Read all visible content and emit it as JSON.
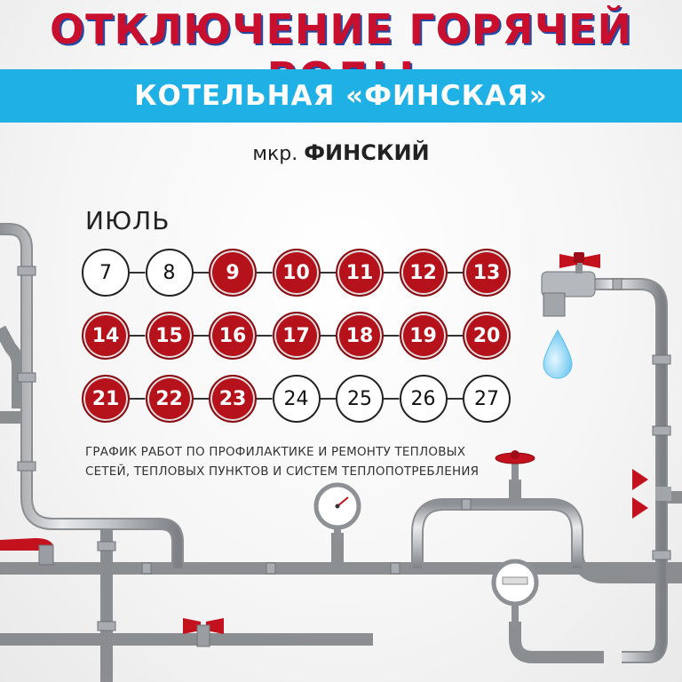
{
  "title": "ОТКЛЮЧЕНИЕ ГОРЯЧЕЙ ВОДЫ",
  "banner": "КОТЕЛЬНАЯ «ФИНСКАЯ»",
  "subtitle_prefix": "мкр.",
  "subtitle_name": "ФИНСКИЙ",
  "month": "ИЮЛЬ",
  "days": [
    {
      "label": "7",
      "active": false
    },
    {
      "label": "8",
      "active": false
    },
    {
      "label": "9",
      "active": true
    },
    {
      "label": "10",
      "active": true
    },
    {
      "label": "11",
      "active": true
    },
    {
      "label": "12",
      "active": true
    },
    {
      "label": "13",
      "active": true
    },
    {
      "label": "14",
      "active": true
    },
    {
      "label": "15",
      "active": true
    },
    {
      "label": "16",
      "active": true
    },
    {
      "label": "17",
      "active": true
    },
    {
      "label": "18",
      "active": true
    },
    {
      "label": "19",
      "active": true
    },
    {
      "label": "20",
      "active": true
    },
    {
      "label": "21",
      "active": true
    },
    {
      "label": "22",
      "active": true
    },
    {
      "label": "23",
      "active": true
    },
    {
      "label": "24",
      "active": false
    },
    {
      "label": "25",
      "active": false
    },
    {
      "label": "26",
      "active": false
    },
    {
      "label": "27",
      "active": false
    }
  ],
  "note_line1": "ГРАФИК РАБОТ ПО ПРОФИЛАКТИКЕ И РЕМОНТУ ТЕПЛОВЫХ",
  "note_line2": "СЕТЕЙ, ТЕПЛОВЫХ ПУНКТОВ И СИСТЕМ ТЕПЛОПОТРЕБЛЕНИЯ",
  "colors": {
    "title_red": "#c8102e",
    "banner_blue": "#1fb0e6",
    "active_day": "#b5121b",
    "pipe_gray": "#b9bcc0",
    "valve_red": "#c4111e",
    "water_blue": "#7fd0f2"
  },
  "icons": [
    "faucet-icon",
    "water-drop-icon",
    "pressure-gauge-icon",
    "water-meter-icon",
    "valve-handle-icon"
  ]
}
